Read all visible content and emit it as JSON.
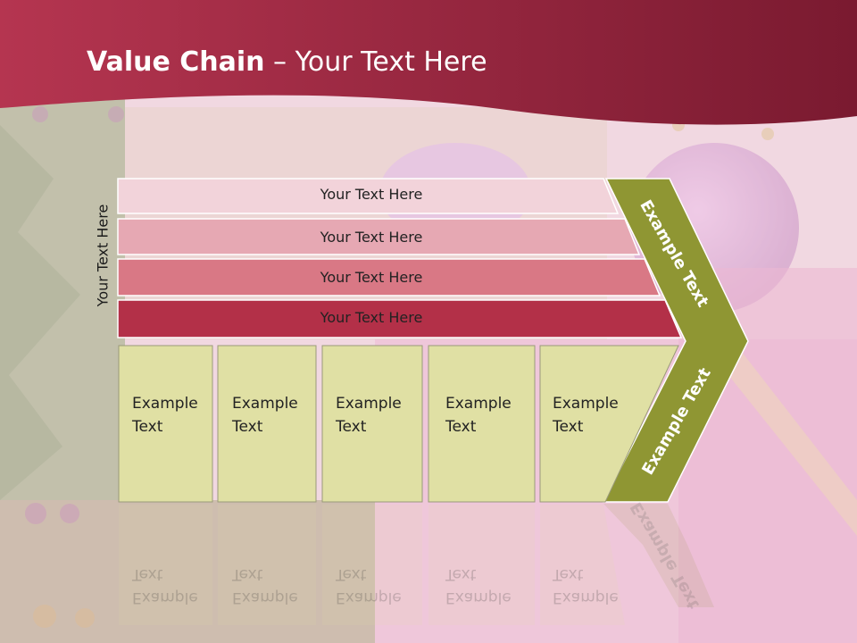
{
  "slide": {
    "title_bold": "Value Chain",
    "title_rest": " – Your Text Here",
    "side_label": "Your Text Here"
  },
  "rows": [
    {
      "label": "Your Text Here",
      "color": "#f2d3da"
    },
    {
      "label": "Your Text Here",
      "color": "#e6a8b3"
    },
    {
      "label": "Your Text Here",
      "color": "#d97885"
    },
    {
      "label": "Your Text Here",
      "color": "#b33048"
    }
  ],
  "boxes": [
    {
      "line1": "Example",
      "line2": "Text"
    },
    {
      "line1": "Example",
      "line2": "Text"
    },
    {
      "line1": "Example",
      "line2": "Text"
    },
    {
      "line1": "Example",
      "line2": "Text"
    },
    {
      "line1": "Example",
      "line2": "Text"
    }
  ],
  "chevron": {
    "top_label": "Example Text",
    "bottom_label": "Example Text",
    "color": "#8f9633"
  },
  "colors": {
    "header": "#a8283f",
    "box_fill": "#e0e0a4"
  }
}
